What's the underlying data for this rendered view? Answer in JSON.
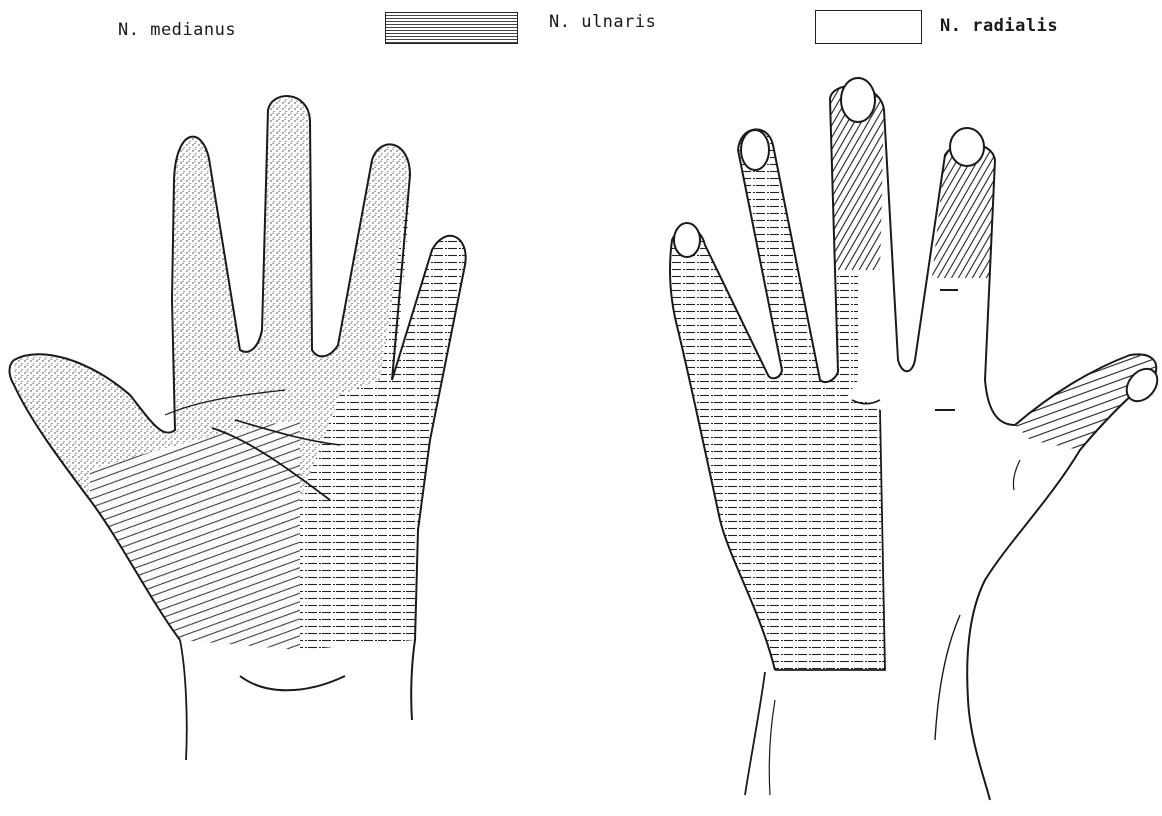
{
  "legend": {
    "items": [
      {
        "label": "N. medianus",
        "swatch": "none"
      },
      {
        "label": "N. ulnaris",
        "swatch": "horizontal-lines"
      },
      {
        "label": "N. radialis",
        "swatch": "blank"
      }
    ]
  },
  "figure": {
    "panels": [
      "palm-view",
      "back-of-hand-view"
    ],
    "ink_color": "#1a1a1a"
  }
}
